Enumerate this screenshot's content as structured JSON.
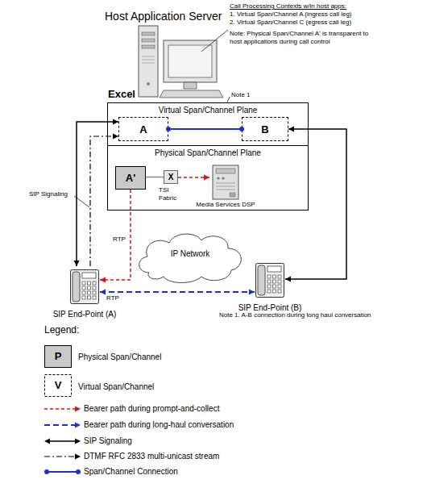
{
  "diagram": {
    "nodes": [
      {
        "text": [
          "Excel"
        ]
      },
      {
        "text": [
          "Virtual Span/Channel Plane"
        ],
        "in": 0
      },
      {
        "text": [
          "A"
        ],
        "in": 1
      },
      {
        "text": [
          "B"
        ],
        "in": 1
      },
      {
        "text": [
          "Physical Span/Channel Plane"
        ],
        "in": 0
      },
      {
        "text": [
          "A'"
        ],
        "in": 4
      },
      {
        "text": [
          "X"
        ],
        "in": 4
      },
      {
        "text": [
          "Media Services DSP"
        ],
        "in": 4
      },
      {
        "text": [
          "SIP End-Point (A)"
        ]
      },
      {
        "text": [
          "IP Network"
        ]
      },
      {
        "text": [
          "SIP End-Point (B)"
        ]
      }
    ],
    "edges": [
      {
        "from": 2,
        "to": 3,
        "arrow": "none"
      },
      {
        "from": 5,
        "to": 6,
        "arrow": "none"
      },
      {
        "from": 6,
        "to": 7,
        "arrow": "to"
      },
      {
        "from": 5,
        "to": 8,
        "arrow": "to"
      },
      {
        "from": 2,
        "to": 8,
        "arrow": "both"
      },
      {
        "from": 8,
        "to": 2,
        "arrow": "to"
      },
      {
        "from": 3,
        "to": 10,
        "arrow": "both"
      },
      {
        "from": 8,
        "to": 10,
        "arrow": "both"
      }
    ],
    "labels": [
      "Host Application Server",
      "Call Processing Contexts w/in host apps:",
      "1. Virtual Span/Channel A (ingress call leg)",
      "2. Virtual Span/Channel C (egress call leg)",
      "Note: Physical Span/Channel A' is transparent to host applications during call control",
      "Note 1",
      "TSI Fabric",
      "SIP Signaling",
      "RTP",
      "RTP",
      "Legend:",
      "P",
      "V",
      "Note 1. A-B connection during long haul conversation"
    ],
    "legend": [
      {
        "text": "Physical Span/Channel"
      },
      {
        "text": "Virtual Span/Channel"
      },
      {
        "text": "Bearer path during prompt-and-collect"
      },
      {
        "text": "Bearer path during long-haul conversation"
      },
      {
        "text": "SIP Signaling"
      },
      {
        "text": "DTMF RFC 2833 multi-unicast stream"
      },
      {
        "text": "Span/Channel Connection"
      }
    ]
  }
}
